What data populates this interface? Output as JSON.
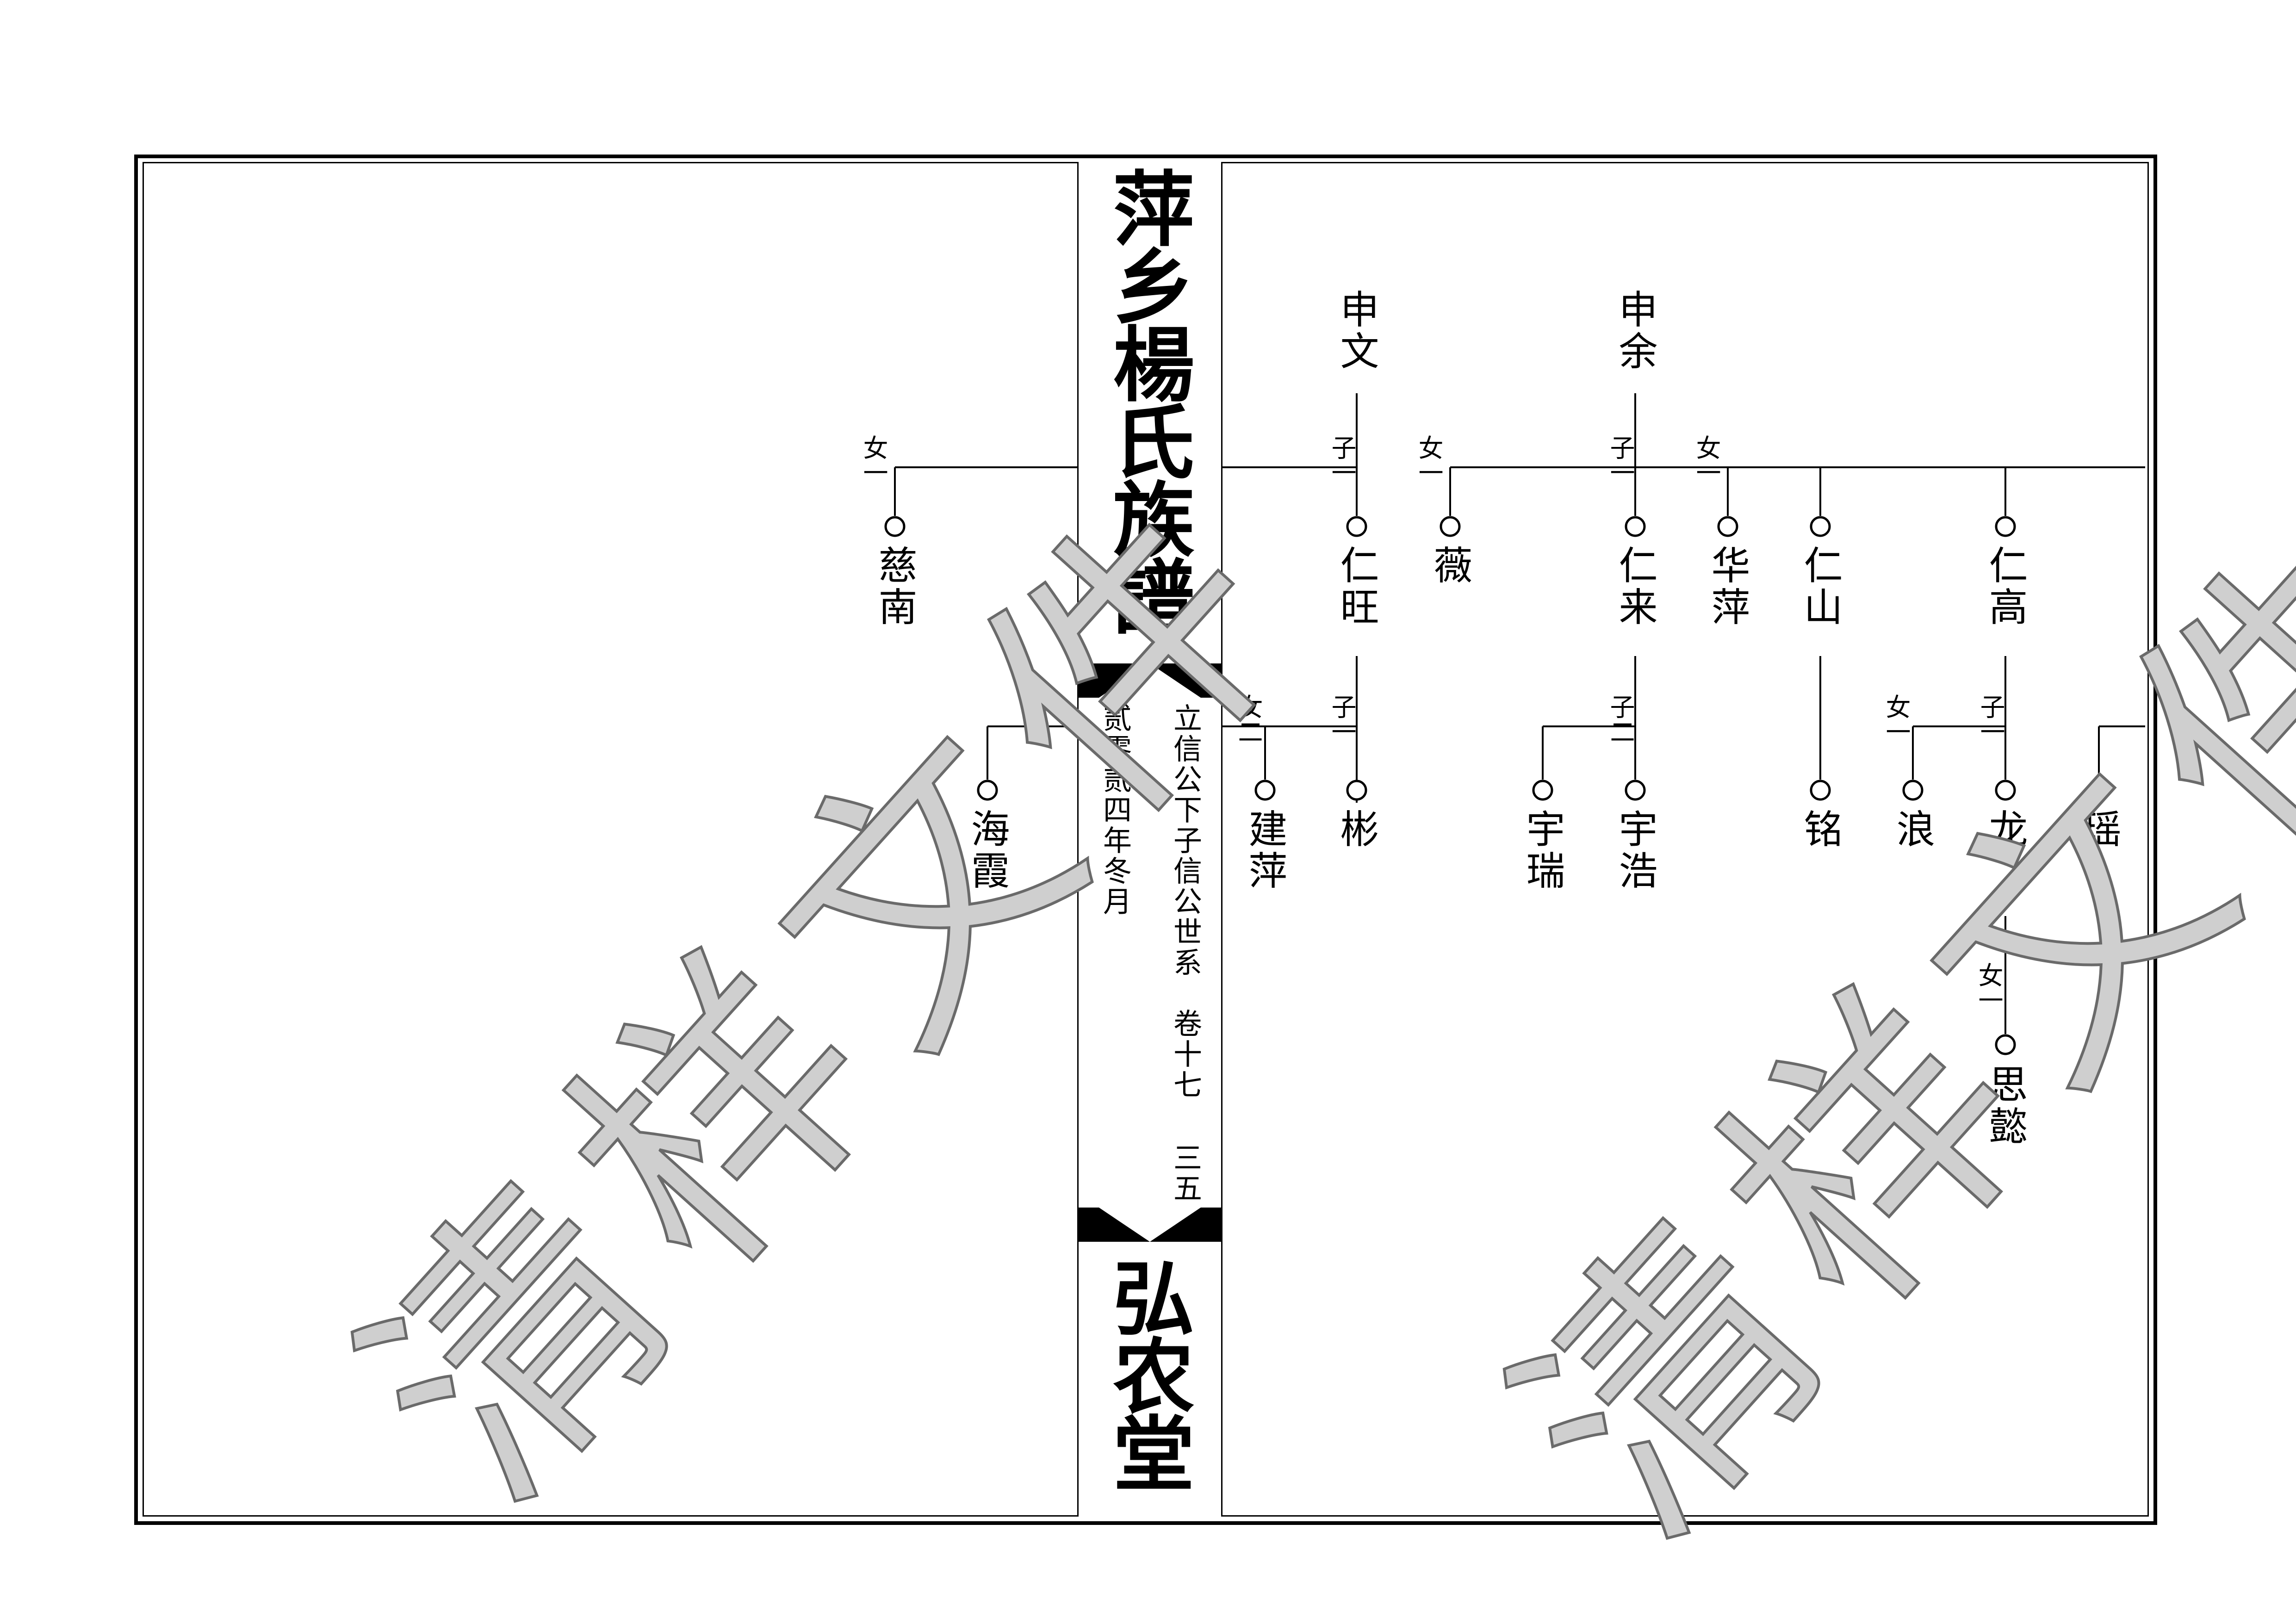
{
  "book": {
    "title": "萍乡楊氏族譜",
    "hall": "弘农堂",
    "lineage": "立信公下子信公世系",
    "volume": "卷十七",
    "page_no": "三五",
    "date": "贰零贰四年冬月"
  },
  "watermark": {
    "text": "清样文件"
  },
  "relations": {
    "son1": "子一",
    "son2": "子二",
    "daughter1": "女一",
    "daughter2": "女二"
  },
  "left_page": {
    "people": [
      "慈南",
      "海霞"
    ]
  },
  "right_page": {
    "parents": [
      "申文",
      "申余"
    ],
    "gen1": [
      "仁旺",
      "薇",
      "仁来",
      "华萍",
      "仁山",
      "仁高"
    ],
    "gen2": [
      "彬",
      "建萍",
      "宇浩",
      "宇瑞",
      "铭",
      "浪",
      "龙",
      "瑶"
    ],
    "gen3": [
      "思懿"
    ]
  },
  "colors": {
    "ink": "#000000",
    "watermark_fill": "#cfcfcf",
    "watermark_stroke": "#6a6a6a"
  }
}
